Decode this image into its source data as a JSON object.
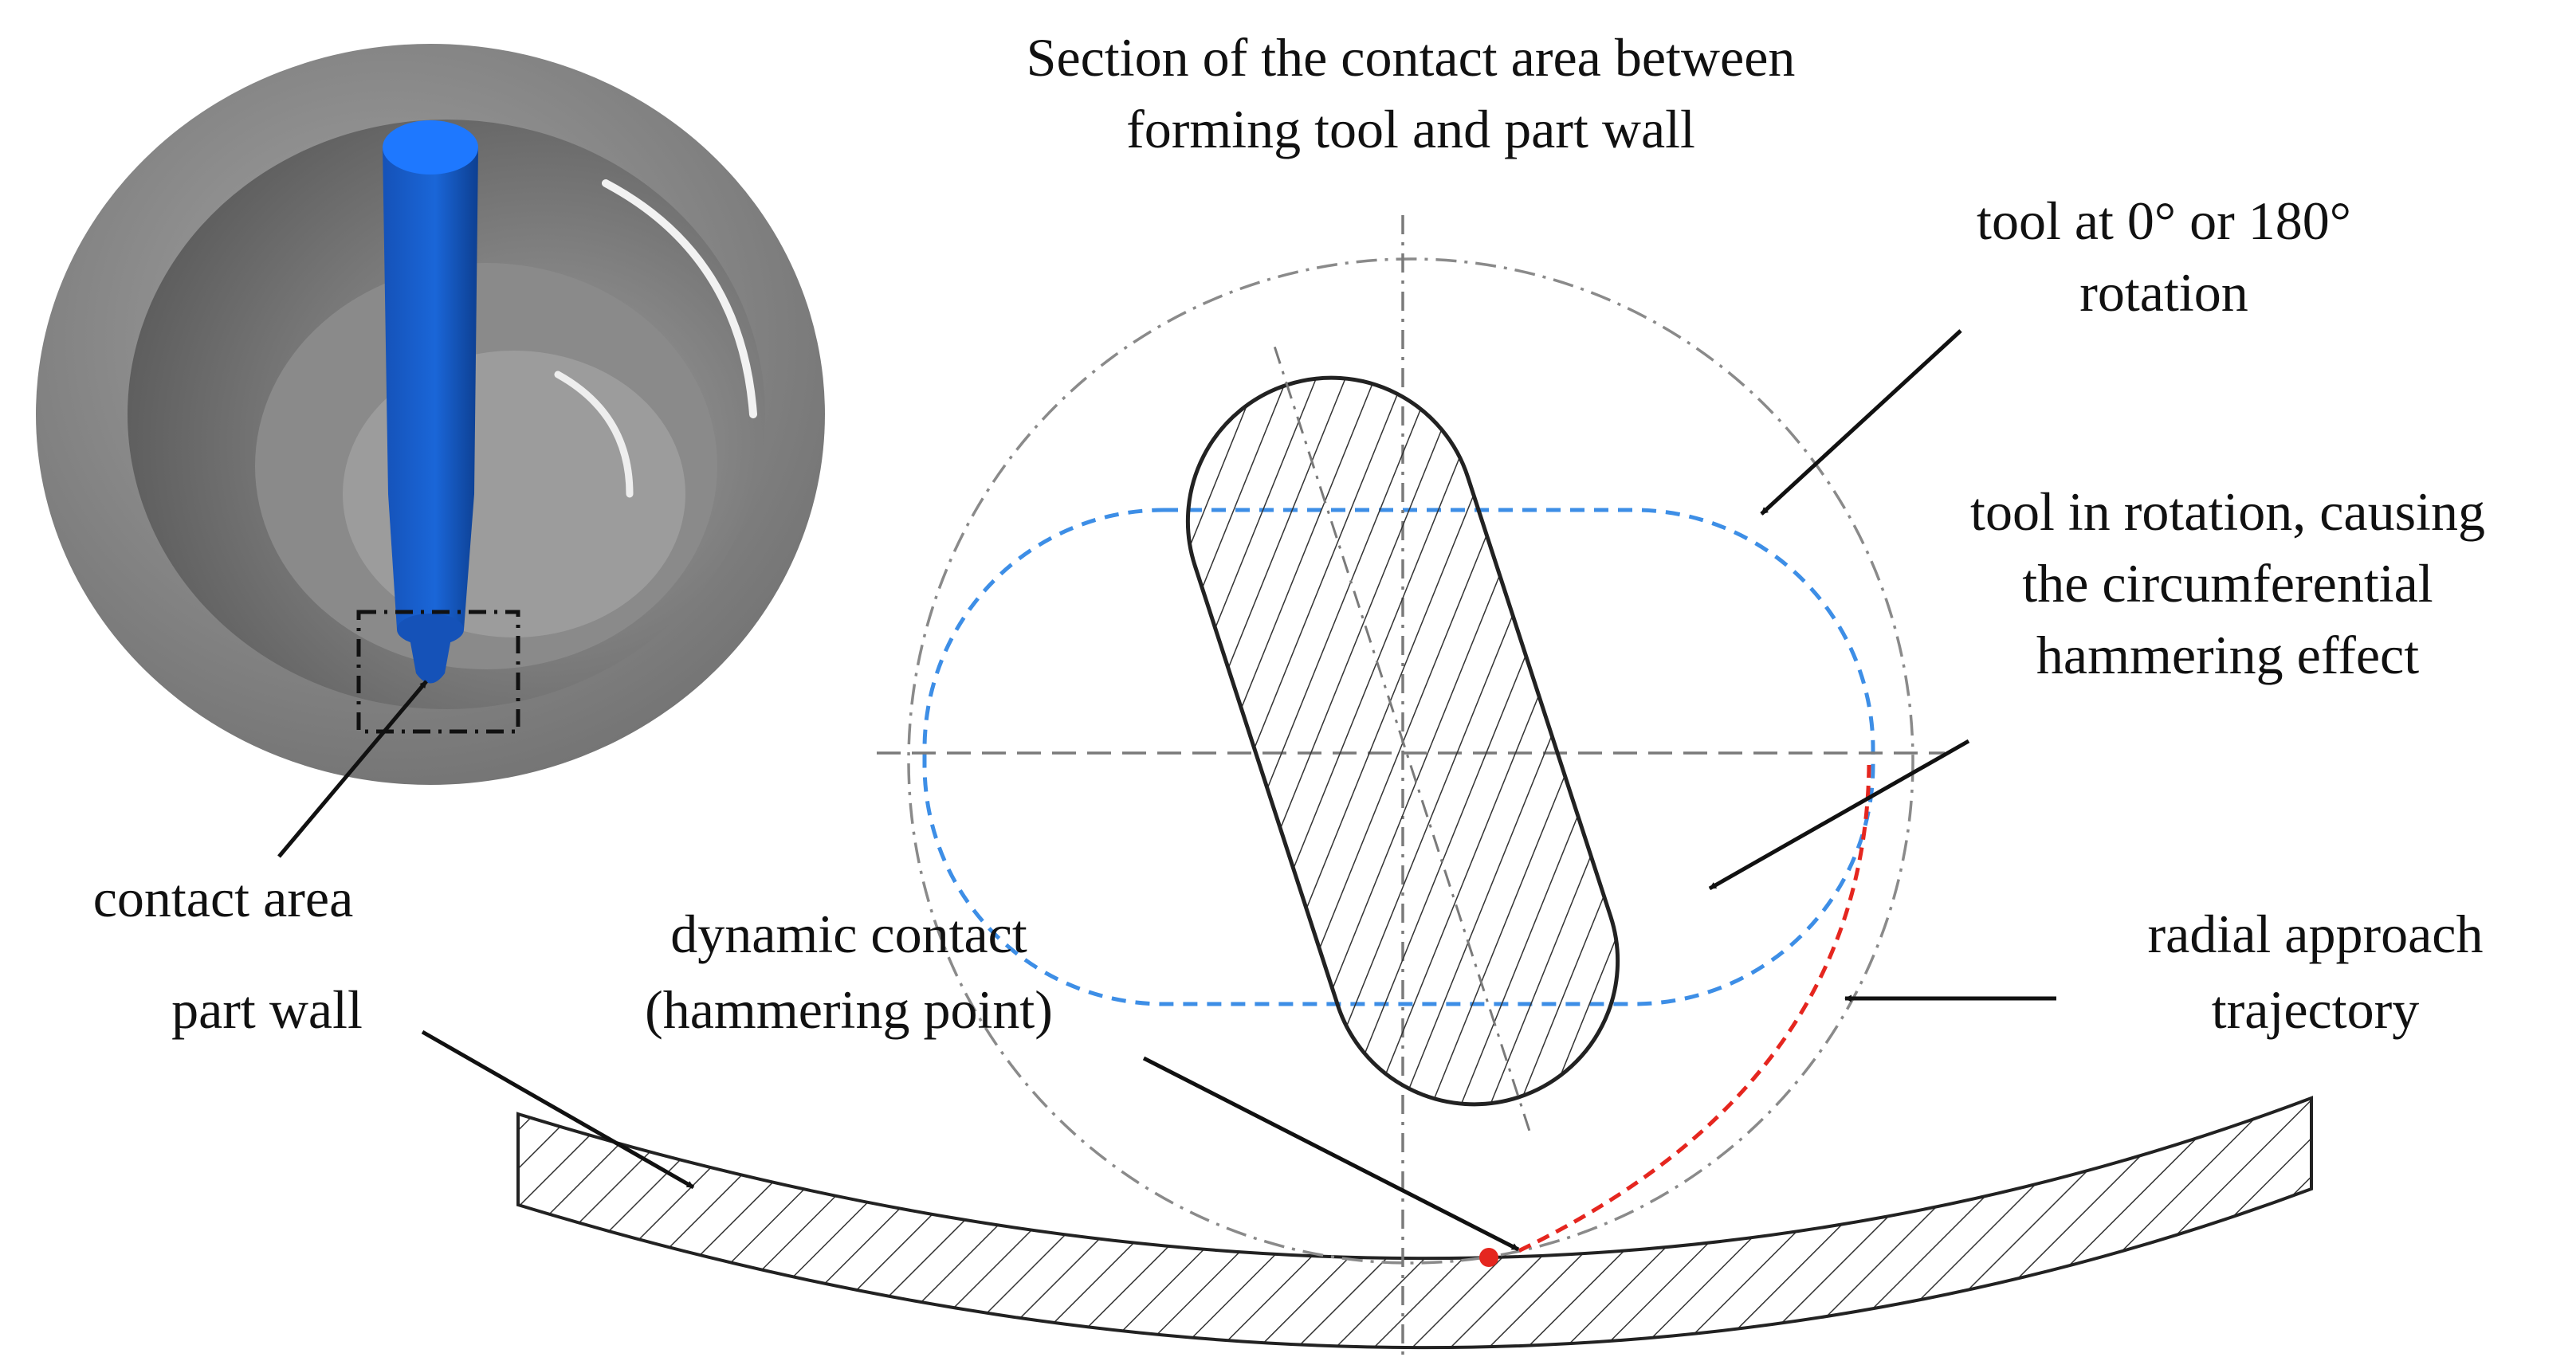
{
  "labels": {
    "section_title_line1": "Section of the contact area between",
    "section_title_line2": "forming tool and part wall",
    "tool_static_line1": "tool at 0° or 180°",
    "tool_static_line2": "rotation",
    "tool_rotation_line1": "tool in rotation, causing",
    "tool_rotation_line2": "the circumferential",
    "tool_rotation_line3": "hammering effect",
    "radial_line1": "radial approach",
    "radial_line2": "trajectory",
    "dynamic_line1": "dynamic contact",
    "dynamic_line2": "(hammering point)",
    "contact_area": "contact area",
    "part_wall": "part wall"
  },
  "colors": {
    "tool_blue": "#1a5fd0",
    "rotation_outline": "#3d8ee6",
    "trajectory_red": "#e5261f",
    "part_grey": "#8c8c8c",
    "line": "#1a1a1a",
    "axis_grey": "#7a7a7a"
  }
}
